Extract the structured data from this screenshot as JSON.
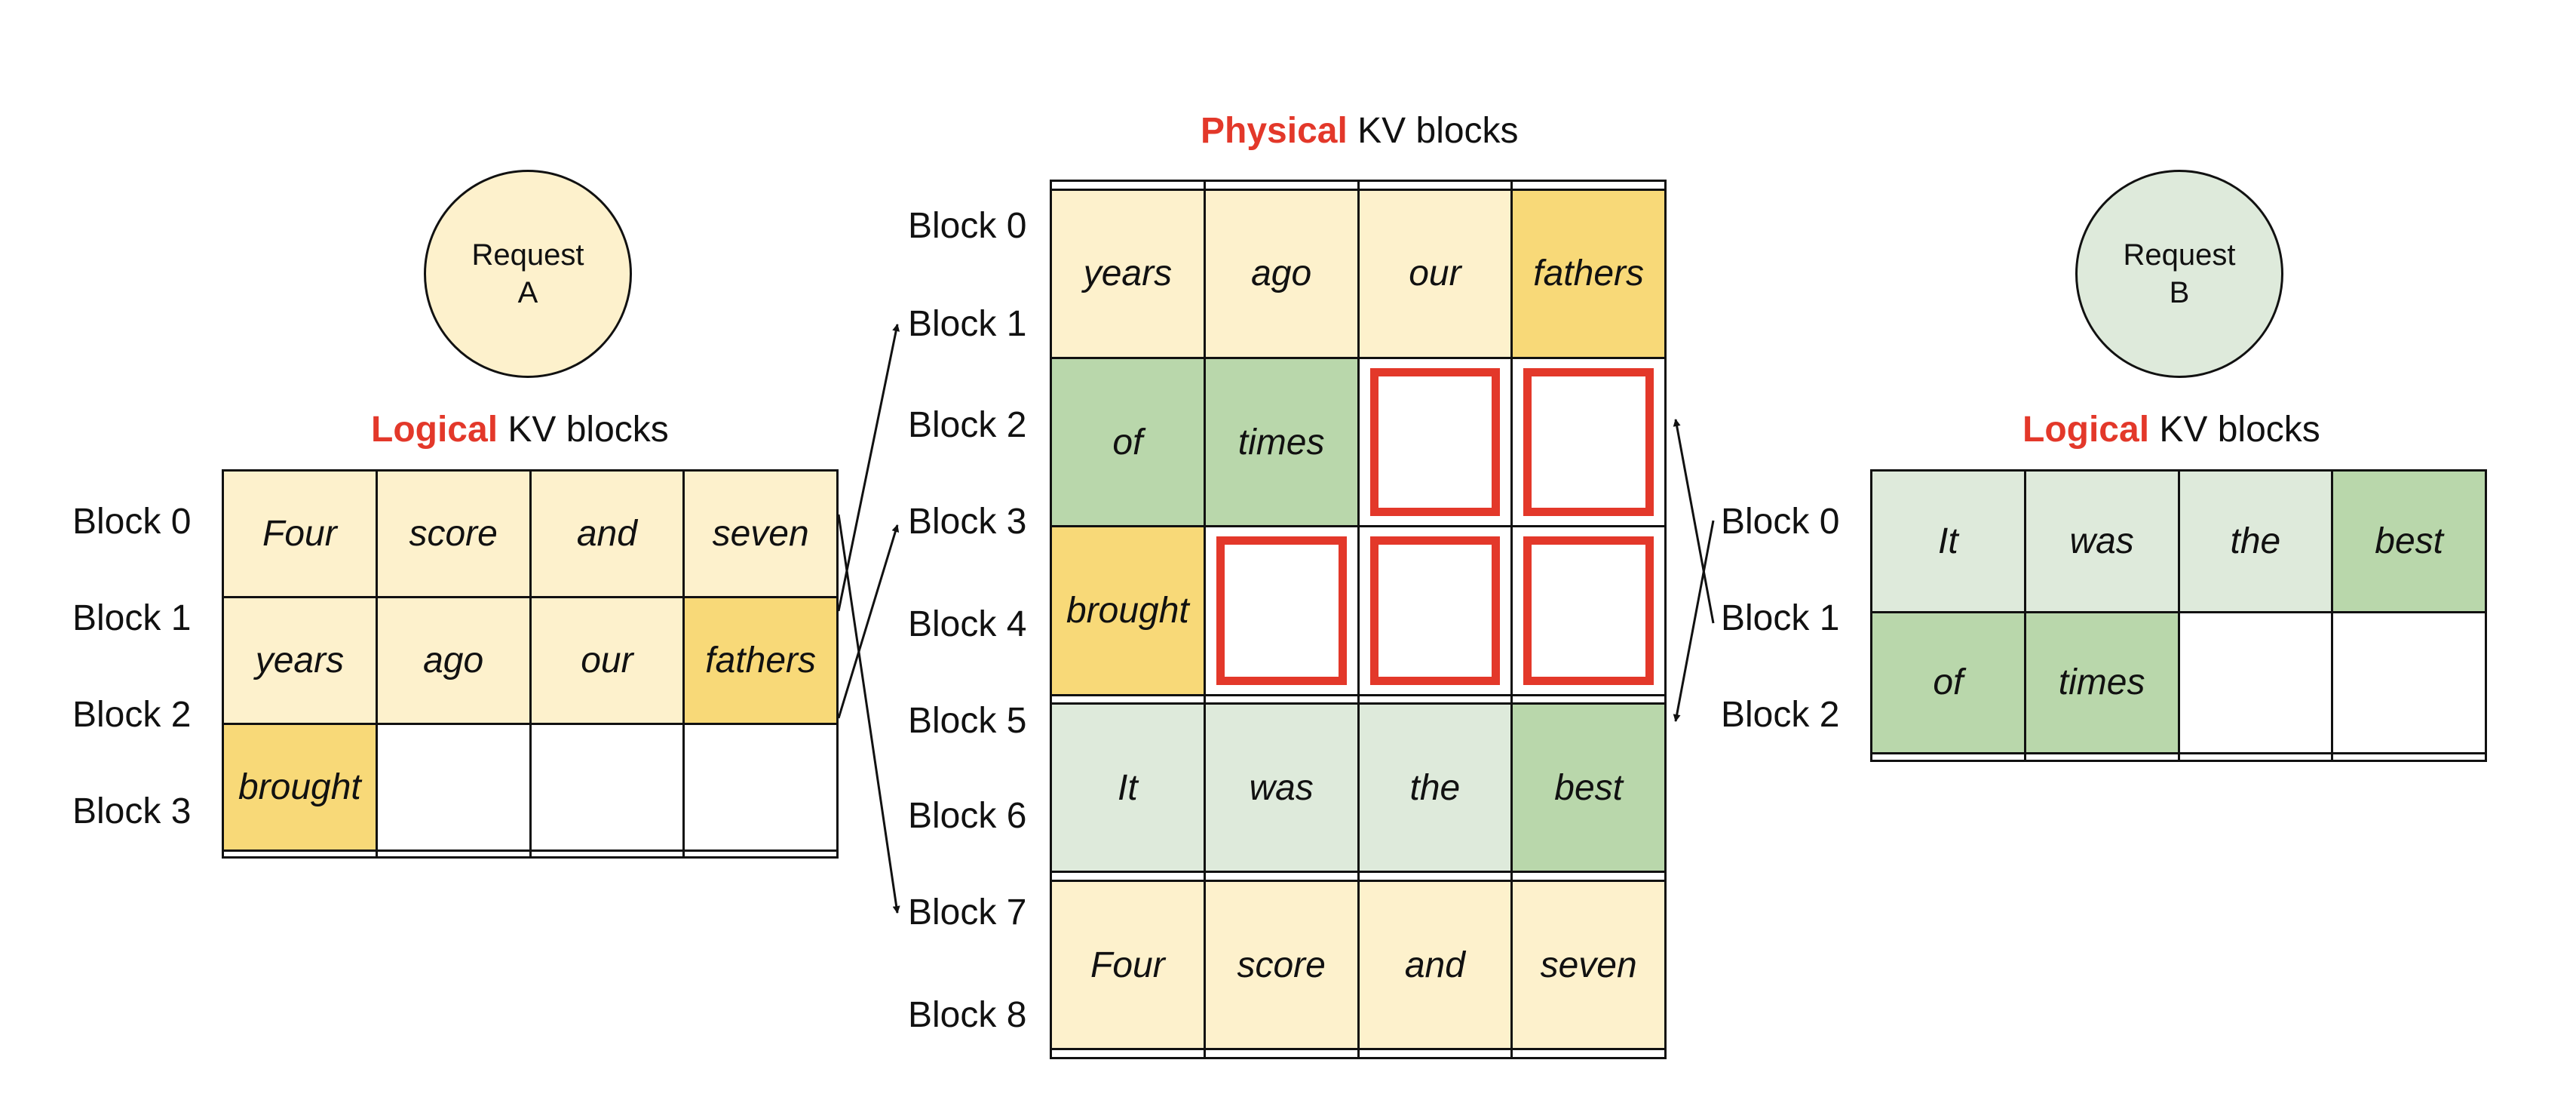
{
  "request_a": {
    "line1": "Request",
    "line2": "A"
  },
  "request_b": {
    "line1": "Request",
    "line2": "B"
  },
  "logical_a": {
    "title_hl": "Logical",
    "title_rest": " KV blocks",
    "labels": [
      "Block 0",
      "Block 1",
      "Block 2",
      "Block 3"
    ],
    "cells": [
      [
        "Four",
        "score",
        "and",
        "seven"
      ],
      [
        "years",
        "ago",
        "our",
        "fathers"
      ],
      [
        "brought",
        "",
        "",
        ""
      ],
      [
        "",
        "",
        "",
        ""
      ]
    ]
  },
  "physical": {
    "title_hl": "Physical",
    "title_rest": " KV blocks",
    "labels": [
      "Block 0",
      "Block 1",
      "Block 2",
      "Block 3",
      "Block 4",
      "Block 5",
      "Block 6",
      "Block 7",
      "Block 8"
    ],
    "cells": [
      [
        "",
        "",
        "",
        ""
      ],
      [
        "years",
        "ago",
        "our",
        "fathers"
      ],
      [
        "of",
        "times",
        "",
        ""
      ],
      [
        "brought",
        "",
        "",
        ""
      ],
      [
        "",
        "",
        "",
        ""
      ],
      [
        "It",
        "was",
        "the",
        "best"
      ],
      [
        "",
        "",
        "",
        ""
      ],
      [
        "Four",
        "score",
        "and",
        "seven"
      ],
      [
        "",
        "",
        "",
        ""
      ]
    ]
  },
  "logical_b": {
    "title_hl": "Logical",
    "title_rest": " KV blocks",
    "labels": [
      "Block 0",
      "Block 1",
      "Block 2"
    ],
    "cells": [
      [
        "It",
        "was",
        "the",
        "best"
      ],
      [
        "of",
        "times",
        "",
        ""
      ],
      [
        "",
        "",
        "",
        ""
      ]
    ]
  },
  "colors": {
    "highlight_red": "#e3382a",
    "light_yellow": "#fdf1cc",
    "dark_yellow": "#f8d978",
    "light_green": "#deeadb",
    "dark_green": "#b9d7ab"
  }
}
